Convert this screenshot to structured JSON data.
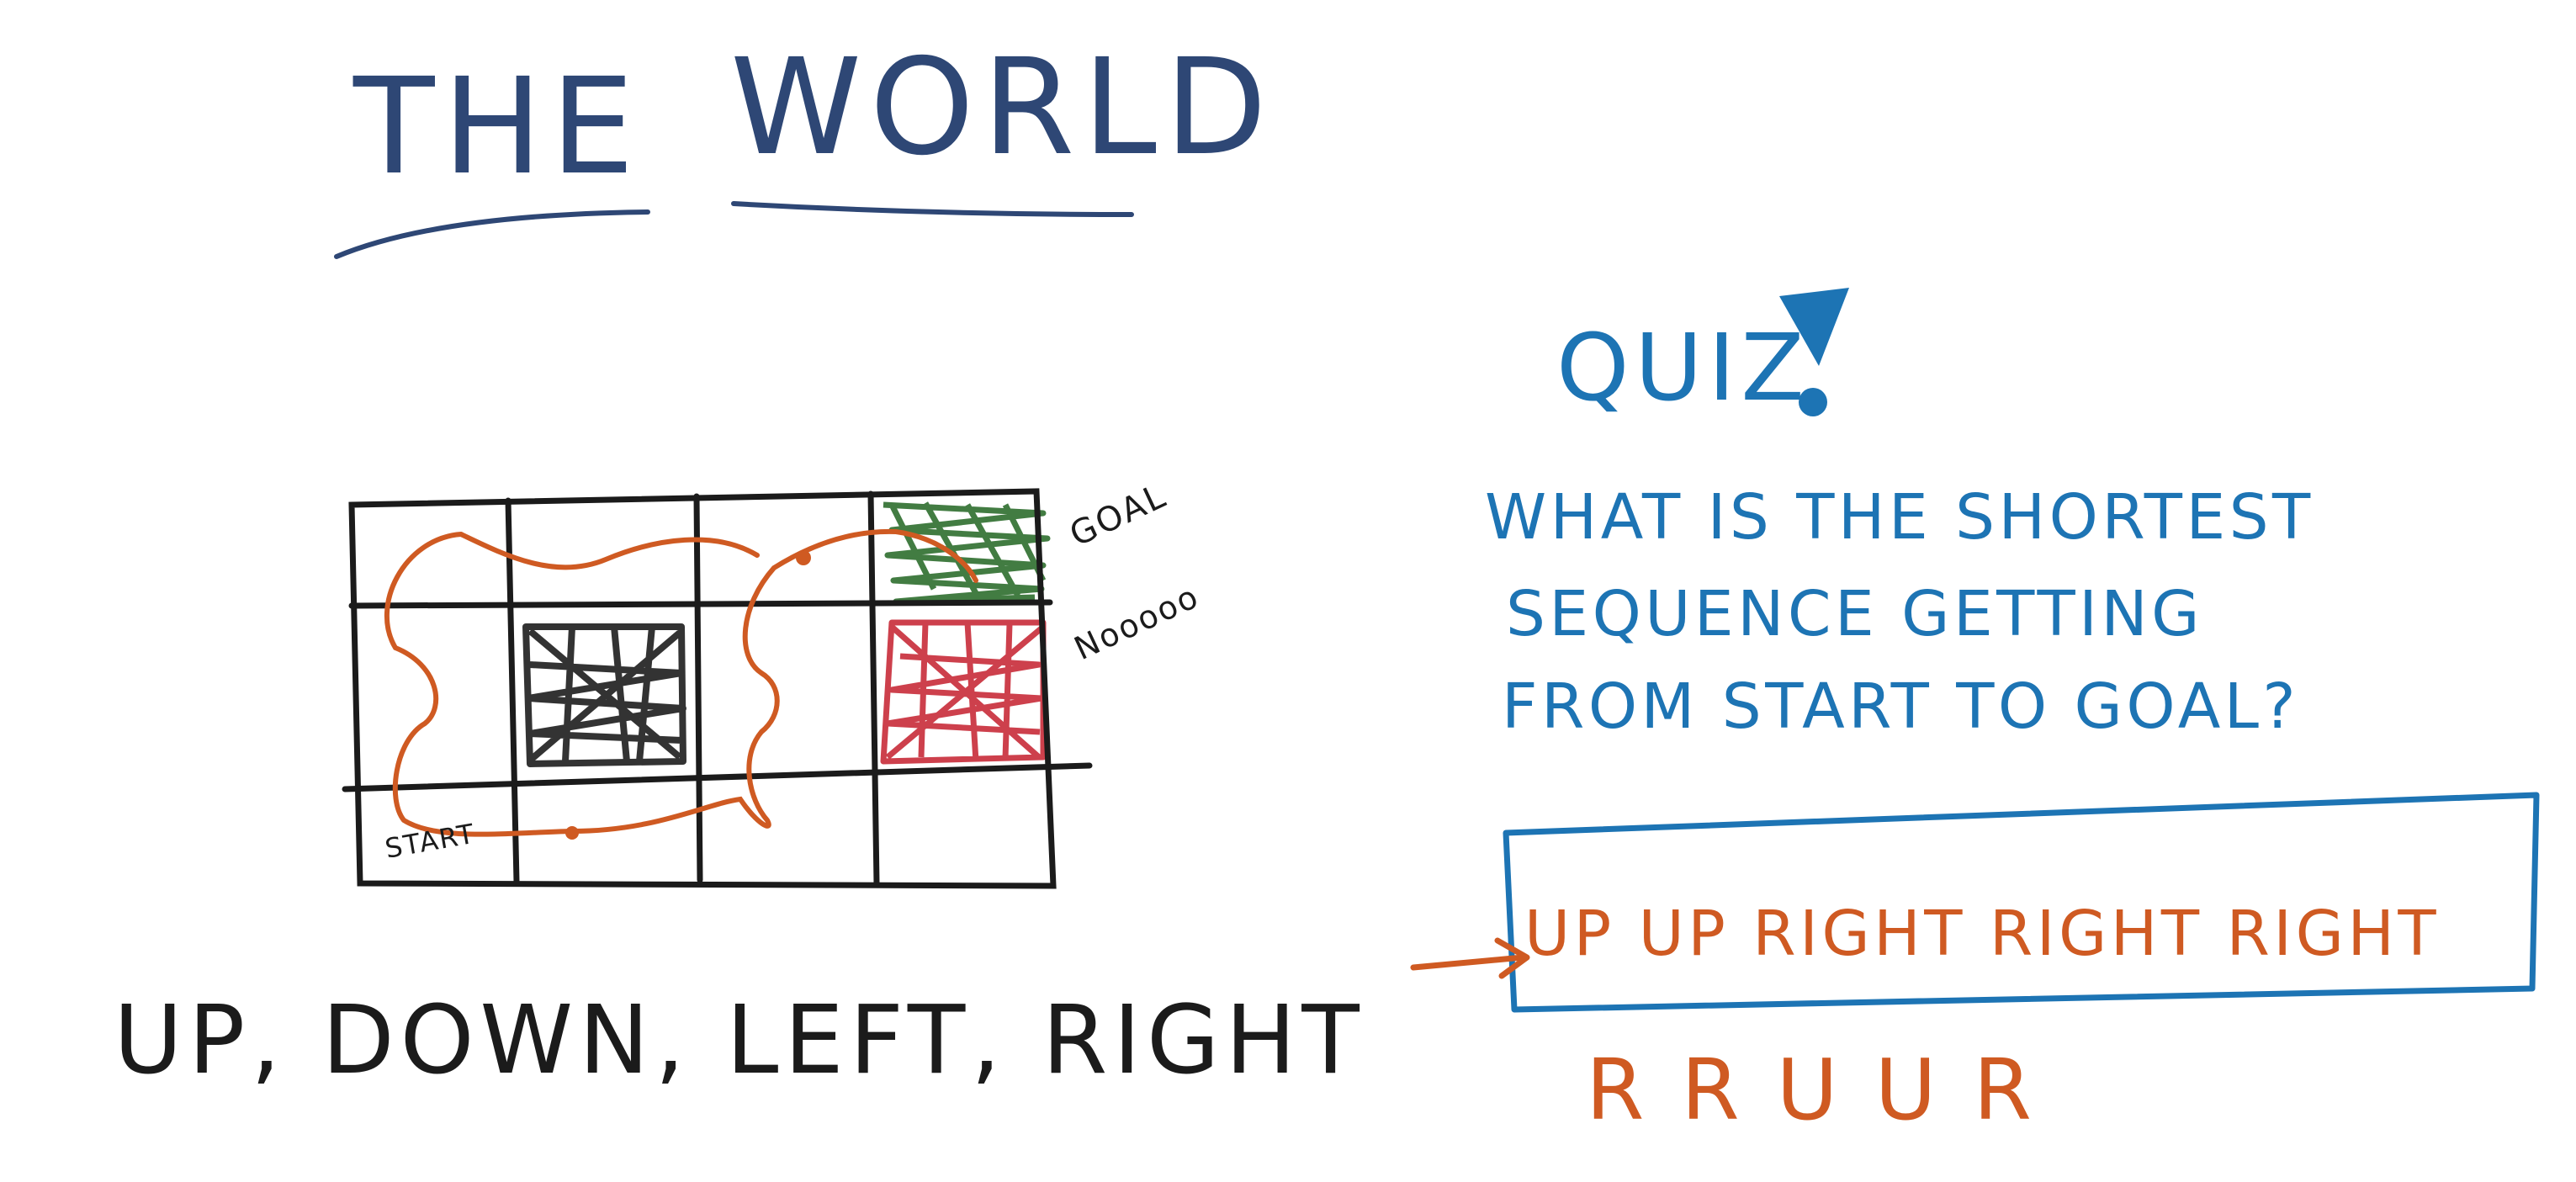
{
  "colors": {
    "title_ink": "#2e4775",
    "black_ink": "#1b1b1b",
    "blue_ink": "#1d74b4",
    "orange_ink": "#cf5a22",
    "goal_fill": "#2e6e2e",
    "trap_fill": "#c9303d",
    "wall_fill": "#222222",
    "background": "#ffffff"
  },
  "title": {
    "word1": "THE",
    "word2": "WORLD"
  },
  "grid": {
    "rows": 3,
    "columns": 4,
    "start_label": "START",
    "goal_label": "GOAL",
    "trap_label": "Nooooo",
    "cells": {
      "goal": "row 1, column 4",
      "trap": "row 2, column 4",
      "wall": "row 2, column 2",
      "start": "row 3, column 1"
    }
  },
  "actions": "UP, DOWN, LEFT, RIGHT",
  "quiz": {
    "heading": "QUIZ",
    "question_line1": "WHAT IS THE SHORTEST",
    "question_line2": "SEQUENCE GETTING",
    "question_line3": "FROM START TO GOAL?",
    "answer": "UP UP RIGHT RIGHT RIGHT",
    "alternative": "R R U U R"
  }
}
